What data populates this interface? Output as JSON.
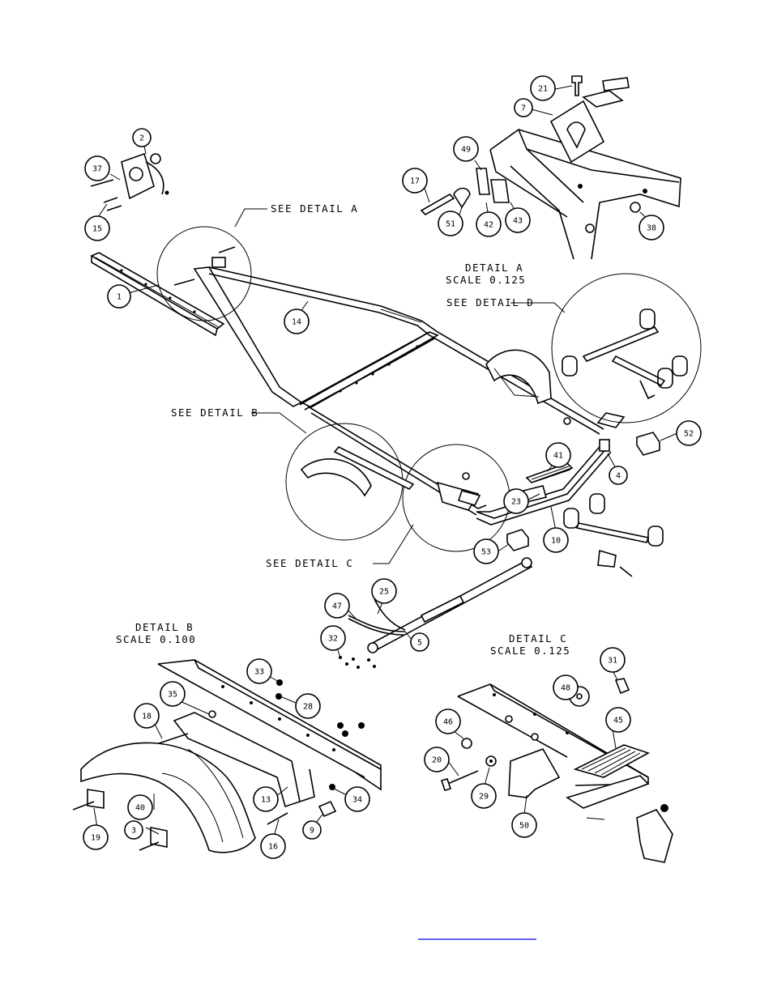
{
  "colors": {
    "ink": "#000000",
    "paper": "#ffffff",
    "link": "#0000ee"
  },
  "detail_labels": {
    "see_detail_a": "SEE DETAIL A",
    "see_detail_b": "SEE DETAIL B",
    "see_detail_c": "SEE DETAIL C",
    "see_detail_d": "SEE DETAIL D",
    "detail_a_title": "DETAIL A",
    "detail_a_scale": "SCALE 0.125",
    "detail_b_title": "DETAIL B",
    "detail_b_scale": "SCALE 0.100",
    "detail_c_title": "DETAIL C",
    "detail_c_scale": "SCALE 0.125"
  },
  "callouts": {
    "c1": "1",
    "c2": "2",
    "c3": "3",
    "c4": "4",
    "c5": "5",
    "c7": "7",
    "c9": "9",
    "c10": "10",
    "c13": "13",
    "c14": "14",
    "c15": "15",
    "c16": "16",
    "c17": "17",
    "c18": "18",
    "c19": "19",
    "c20": "20",
    "c21": "21",
    "c23": "23",
    "c25": "25",
    "c28": "28",
    "c29": "29",
    "c31": "31",
    "c32": "32",
    "c33": "33",
    "c34": "34",
    "c35": "35",
    "c37": "37",
    "c38": "38",
    "c40": "40",
    "c41": "41",
    "c42": "42",
    "c43": "43",
    "c45": "45",
    "c46": "46",
    "c47": "47",
    "c48": "48",
    "c49": "49",
    "c50": "50",
    "c51": "51",
    "c52": "52",
    "c53": "53"
  }
}
